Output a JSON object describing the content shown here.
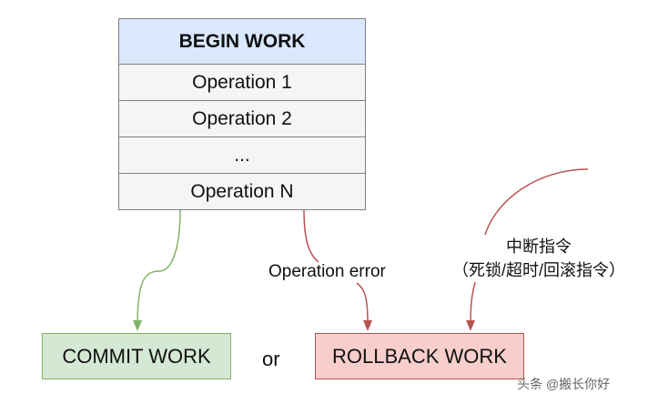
{
  "transaction": {
    "begin": "BEGIN WORK",
    "operations": [
      "Operation 1",
      "Operation 2",
      "...",
      "Operation N"
    ]
  },
  "outcomes": {
    "commit": "COMMIT WORK",
    "or": "or",
    "rollback": "ROLLBACK WORK"
  },
  "edge_labels": {
    "operation_error": "Operation error",
    "interrupt_title": "中断指令",
    "interrupt_detail": "（死锁/超时/回滚指令）"
  },
  "watermark": "头条 @搬长你好",
  "colors": {
    "header_fill": "#dae8fc",
    "row_fill": "#f5f5f5",
    "commit_fill": "#d5e8d4",
    "commit_stroke": "#82b366",
    "rollback_fill": "#f8cecc",
    "rollback_stroke": "#b85450"
  }
}
